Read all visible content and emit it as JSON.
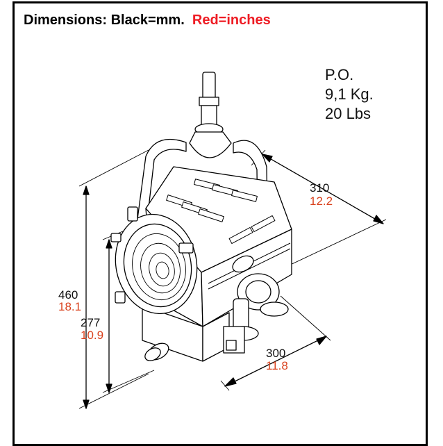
{
  "title": {
    "prefix": "Dimensions: Black=mm.",
    "red_part": "Red=inches"
  },
  "colors": {
    "inches": "#d9421e",
    "title_red": "#ee1c24",
    "lines": "#000000"
  },
  "weight": {
    "po": "P.O.",
    "kg": "9,1 Kg.",
    "lbs": "20 Lbs"
  },
  "dimensions": {
    "height": {
      "mm": "460",
      "in": "18.1"
    },
    "yoke_height": {
      "mm": "277",
      "in": "10.9"
    },
    "depth": {
      "mm": "310",
      "in": "12.2"
    },
    "width": {
      "mm": "300",
      "in": "11.8"
    }
  }
}
